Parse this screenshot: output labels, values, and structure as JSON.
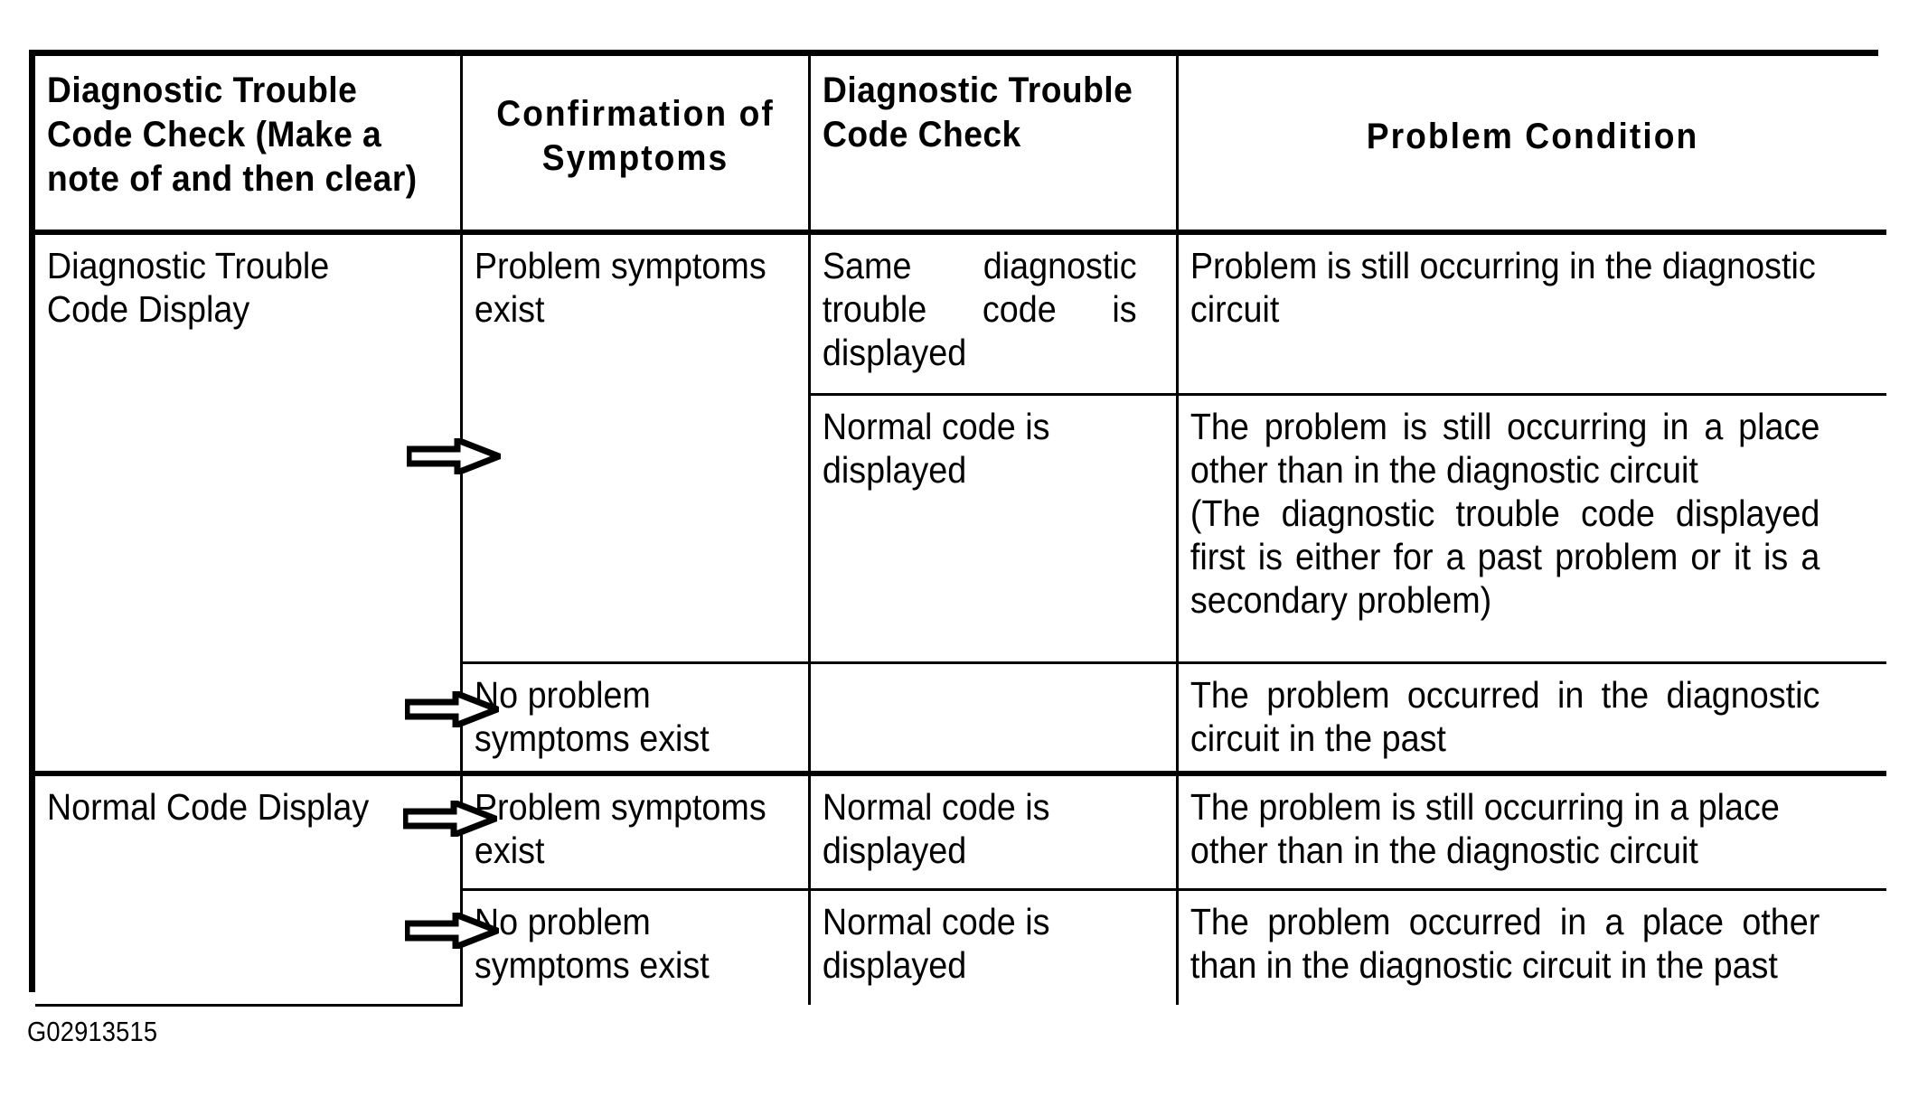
{
  "document": {
    "caption": "G02913515"
  },
  "table": {
    "headers": [
      {
        "label": "Diagnostic Trouble Code Check (Make a note of and then clear)",
        "align": "left"
      },
      {
        "label": "Confirmation of Symptoms",
        "align": "center"
      },
      {
        "label": "Diagnostic Trouble Code Check",
        "align": "left"
      },
      {
        "label": "Problem Condition",
        "align": "center"
      }
    ],
    "rows": [
      {
        "code_check": "Diagnostic Trouble Code Display",
        "symptoms": "Problem symptoms exist",
        "second_check": "Same diagnostic trouble code is displayed",
        "problem_condition": "Problem is still occurring in the diagnostic circuit"
      },
      {
        "code_check": "",
        "symptoms": "",
        "second_check": "Normal code is displayed",
        "problem_condition": "The problem is still occurring in a place other than in the diagnostic circuit\n(The diagnostic trouble code displayed first is either for a past problem or it is a secondary problem)"
      },
      {
        "code_check": "",
        "symptoms": "No problem symptoms exist",
        "second_check": "",
        "problem_condition": "The problem occurred in the diagnostic circuit in the past"
      },
      {
        "code_check": "Normal Code Display",
        "symptoms": "Problem symptoms exist",
        "second_check": "Normal code is displayed",
        "problem_condition": "The problem is still occurring in a place other than in the diagnostic circuit"
      },
      {
        "code_check": "",
        "symptoms": "No problem symptoms exist",
        "second_check": "Normal code is displayed",
        "problem_condition": "The problem occurred in a place other than in the diagnostic circuit in the past"
      }
    ],
    "arrows": [
      {
        "name": "flow-arrow-1"
      },
      {
        "name": "flow-arrow-2"
      },
      {
        "name": "flow-arrow-3"
      },
      {
        "name": "flow-arrow-4"
      }
    ]
  },
  "colors": {
    "ink": "#000000",
    "paper": "#ffffff"
  }
}
